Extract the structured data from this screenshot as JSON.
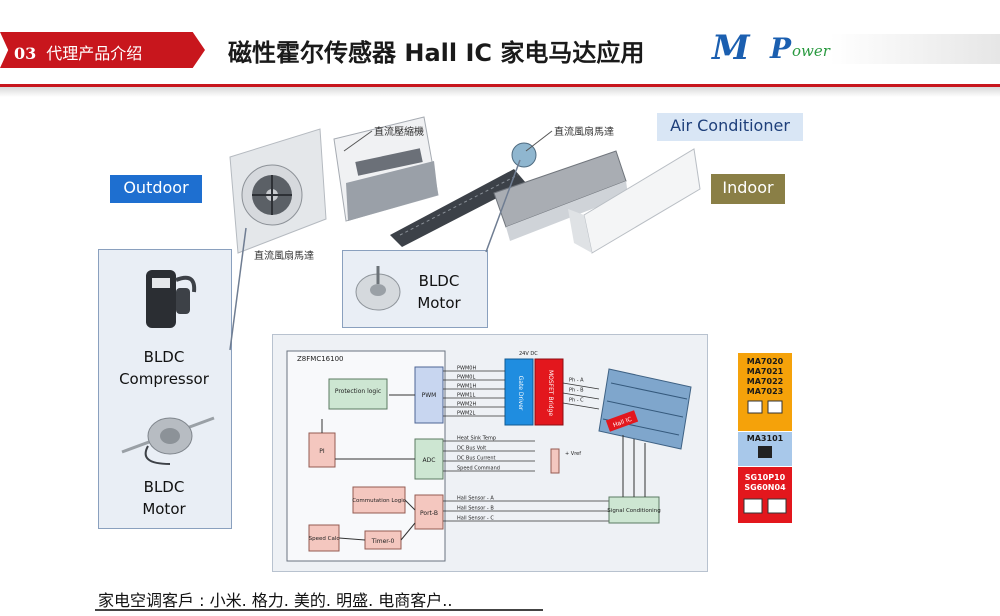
{
  "header": {
    "section_number": "03",
    "section_label": "代理产品介绍",
    "title": "磁性霍尔传感器 Hall IC 家电马达应用",
    "logo_m": "M",
    "logo_p": "P",
    "logo_rest": "ower",
    "colors": {
      "accent": "#c8161d",
      "logo_blue": "#1b5fb0",
      "logo_green": "#2a9a40"
    }
  },
  "labels": {
    "outdoor": "Outdoor",
    "air_conditioner": "Air Conditioner",
    "indoor": "Indoor"
  },
  "photo_captions": {
    "compressor_cn": "直流壓縮機",
    "fan_motor_cn_top": "直流風扇馬達",
    "fan_motor_cn_bottom": "直流風扇馬達"
  },
  "panels": {
    "compressor_line1": "BLDC",
    "compressor_line2": "Compressor",
    "motor_left_line1": "BLDC",
    "motor_left_line2": "Motor",
    "motor_mid_line1": "BLDC",
    "motor_mid_line2": "Motor"
  },
  "diagram": {
    "chip_name": "Z8FMC16100",
    "blocks": {
      "protection": "Protection logic",
      "pwm": "PWM",
      "adc": "ADC",
      "pi": "PI",
      "commutation": "Commutation Logic",
      "portb": "Port-B",
      "speed_calc": "Speed Calc",
      "timer": "Timer-0",
      "gate_driver": "Gate Driver",
      "mosfet": "MOSFET Bridge",
      "signal": "Signal Conditioning",
      "hall_ic": "Hall IC"
    },
    "pwm_signals": [
      "PWM0H",
      "PWM0L",
      "PWM1H",
      "PWM1L",
      "PWM2H",
      "PWM2L"
    ],
    "adc_signals": [
      "Heat Sink Temp",
      "DC Bus Volt",
      "DC Bus Current",
      "Speed Command"
    ],
    "hall_signals": [
      "Hall Sensor - A",
      "Hall Sensor - B",
      "Hall Sensor - C"
    ],
    "phases": [
      "Ph - A",
      "Ph - B",
      "Ph - C"
    ],
    "dc_label": "24V DC",
    "vref": "+ Vref"
  },
  "chips": {
    "yellow_parts": [
      "MA7020",
      "MA7021",
      "MA7022",
      "MA7023"
    ],
    "blue_parts": [
      "MA3101"
    ],
    "red_parts": [
      "SG10P10",
      "SG60N04"
    ]
  },
  "footer": {
    "customers": "家电空调客戶 : 小米. 格力. 美的. 明盛. 电商客户.."
  }
}
